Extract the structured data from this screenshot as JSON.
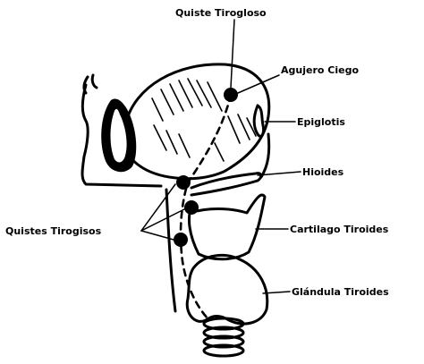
{
  "diagram": {
    "labels": {
      "quiste_tirogloso": "Quiste Tirogloso",
      "agujero_ciego": "Agujero Ciego",
      "epiglotis": "Epiglotis",
      "hioides": "Hioides",
      "quistes_tirogisos": "Quistes Tirogisos",
      "cartilago_tiroides": "Cartilago Tiroides",
      "glandula_tiroides": "Glándula Tiroides"
    }
  }
}
